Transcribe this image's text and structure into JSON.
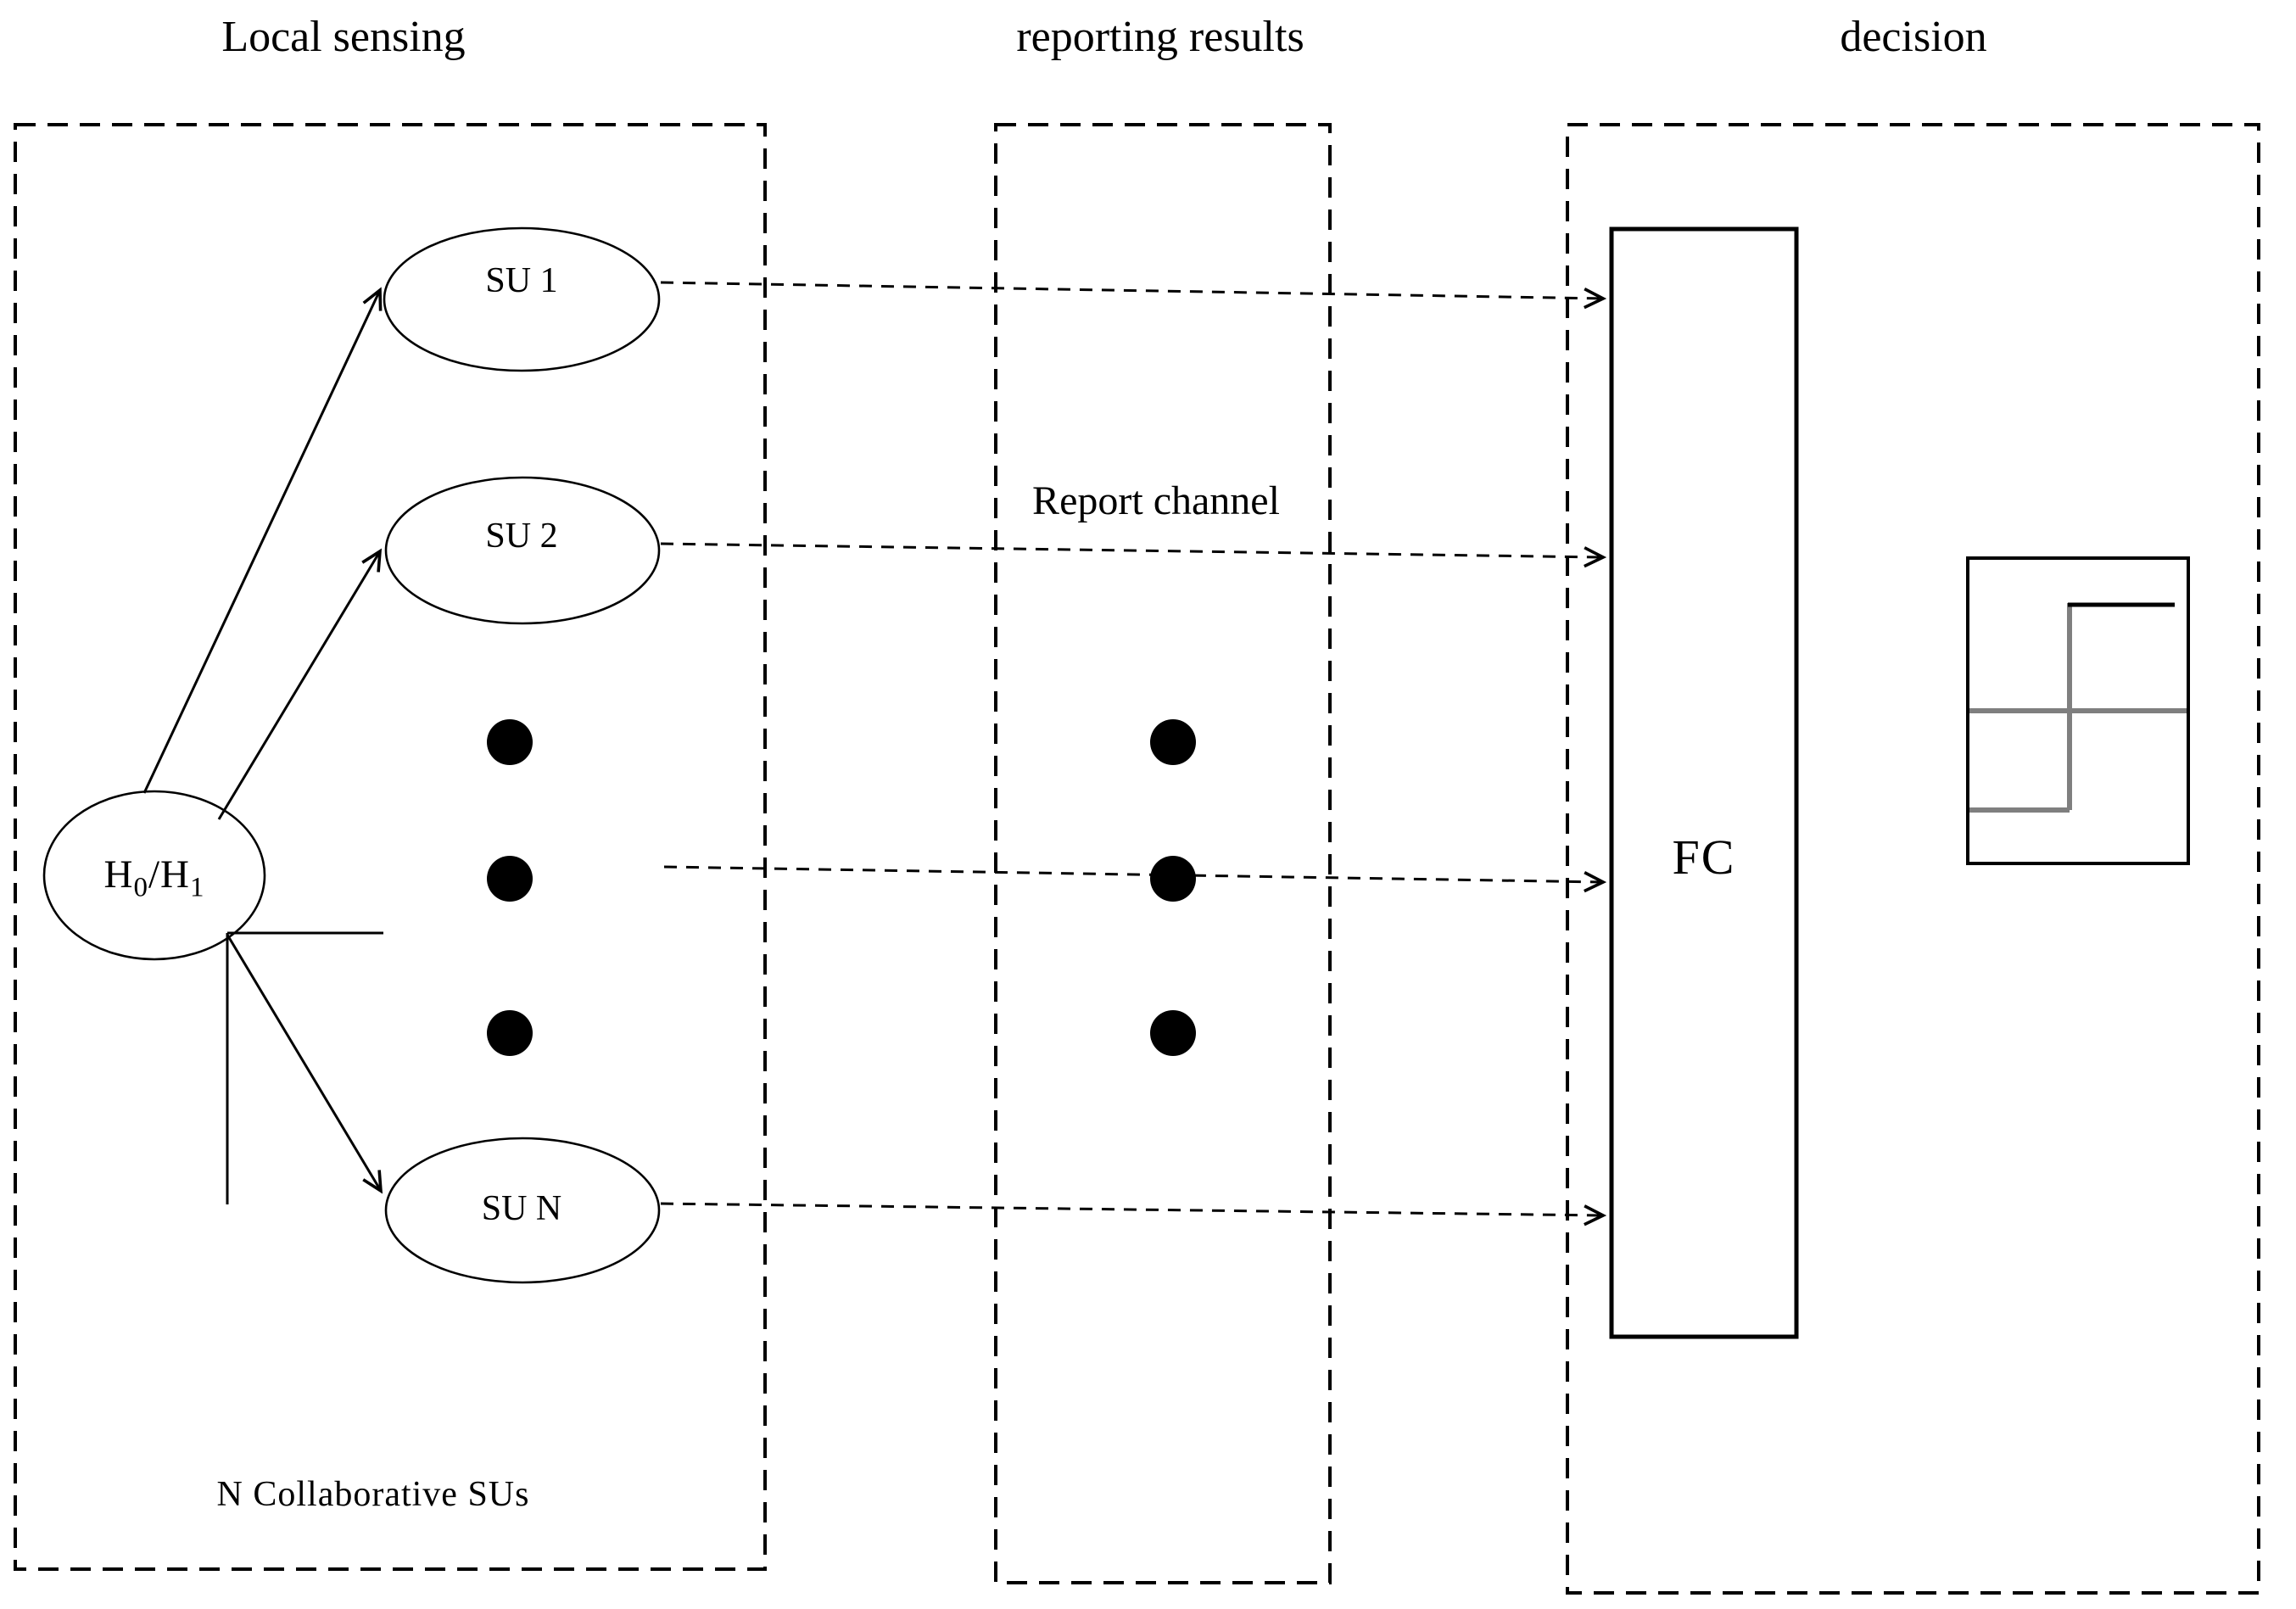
{
  "header": {
    "local": "Local sensing",
    "reporting": "reporting results",
    "decision": "decision"
  },
  "nodes": {
    "hypothesis": {
      "base1": "H",
      "sub1": "0",
      "base2": "/H",
      "sub2": "1"
    },
    "su1": "SU 1",
    "su2": "SU 2",
    "sun": "SU N",
    "fusion_center": "FC"
  },
  "annotations": {
    "report_channel": "Report channel",
    "collaborative_sus": "N Collaborative SUs"
  },
  "colors": {
    "line": "#000000",
    "threshold_gray": "#7f7f7f",
    "background": "#ffffff"
  }
}
